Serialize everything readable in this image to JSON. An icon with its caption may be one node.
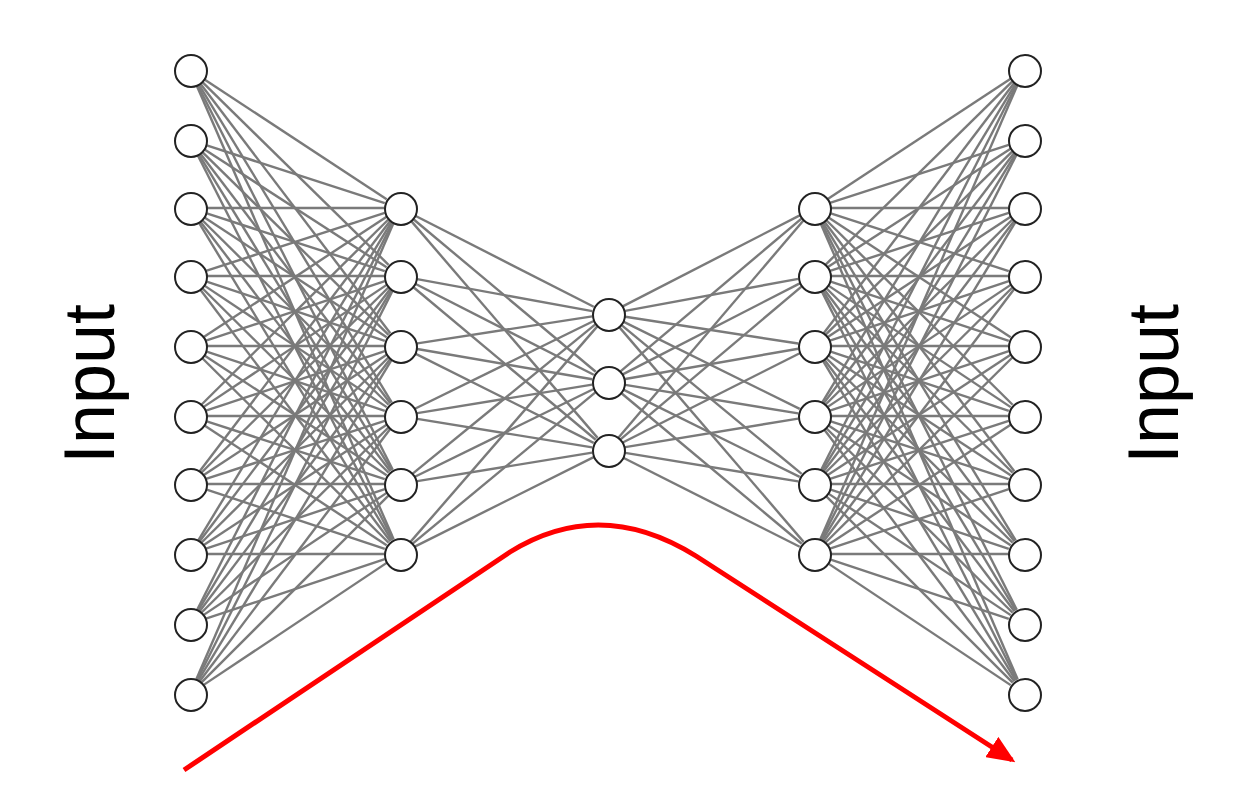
{
  "diagram": {
    "nodes": [
      {
        "text": [],
        "shape": "circle"
      },
      {
        "text": [],
        "shape": "circle"
      },
      {
        "text": [],
        "shape": "circle"
      },
      {
        "text": [],
        "shape": "circle"
      },
      {
        "text": [],
        "shape": "circle"
      },
      {
        "text": [],
        "shape": "circle"
      },
      {
        "text": [],
        "shape": "circle"
      },
      {
        "text": [],
        "shape": "circle"
      },
      {
        "text": [],
        "shape": "circle"
      },
      {
        "text": [],
        "shape": "circle"
      },
      {
        "text": [],
        "shape": "circle"
      },
      {
        "text": [],
        "shape": "circle"
      },
      {
        "text": [],
        "shape": "circle"
      },
      {
        "text": [],
        "shape": "circle"
      },
      {
        "text": [],
        "shape": "circle"
      },
      {
        "text": [],
        "shape": "circle"
      },
      {
        "text": [],
        "shape": "circle"
      },
      {
        "text": [],
        "shape": "circle"
      },
      {
        "text": [],
        "shape": "circle"
      },
      {
        "text": [],
        "shape": "circle"
      },
      {
        "text": [],
        "shape": "circle"
      },
      {
        "text": [],
        "shape": "circle"
      },
      {
        "text": [],
        "shape": "circle"
      },
      {
        "text": [],
        "shape": "circle"
      },
      {
        "text": [],
        "shape": "circle"
      },
      {
        "text": [],
        "shape": "circle"
      },
      {
        "text": [],
        "shape": "circle"
      },
      {
        "text": [],
        "shape": "circle"
      },
      {
        "text": [],
        "shape": "circle"
      },
      {
        "text": [],
        "shape": "circle"
      },
      {
        "text": [],
        "shape": "circle"
      },
      {
        "text": [],
        "shape": "circle"
      },
      {
        "text": [],
        "shape": "circle"
      },
      {
        "text": [],
        "shape": "circle"
      },
      {
        "text": [],
        "shape": "circle"
      }
    ],
    "edges": [
      {
        "from": 0,
        "to": 10,
        "arrow": "none"
      },
      {
        "from": 0,
        "to": 11,
        "arrow": "none"
      },
      {
        "from": 0,
        "to": 12,
        "arrow": "none"
      },
      {
        "from": 0,
        "to": 13,
        "arrow": "none"
      },
      {
        "from": 0,
        "to": 14,
        "arrow": "none"
      },
      {
        "from": 0,
        "to": 15,
        "arrow": "none"
      },
      {
        "from": 1,
        "to": 10,
        "arrow": "none"
      },
      {
        "from": 1,
        "to": 11,
        "arrow": "none"
      },
      {
        "from": 1,
        "to": 12,
        "arrow": "none"
      },
      {
        "from": 1,
        "to": 13,
        "arrow": "none"
      },
      {
        "from": 1,
        "to": 14,
        "arrow": "none"
      },
      {
        "from": 1,
        "to": 15,
        "arrow": "none"
      },
      {
        "from": 2,
        "to": 10,
        "arrow": "none"
      },
      {
        "from": 2,
        "to": 11,
        "arrow": "none"
      },
      {
        "from": 2,
        "to": 12,
        "arrow": "none"
      },
      {
        "from": 2,
        "to": 13,
        "arrow": "none"
      },
      {
        "from": 2,
        "to": 14,
        "arrow": "none"
      },
      {
        "from": 2,
        "to": 15,
        "arrow": "none"
      },
      {
        "from": 3,
        "to": 10,
        "arrow": "none"
      },
      {
        "from": 3,
        "to": 11,
        "arrow": "none"
      },
      {
        "from": 3,
        "to": 12,
        "arrow": "none"
      },
      {
        "from": 3,
        "to": 13,
        "arrow": "none"
      },
      {
        "from": 3,
        "to": 14,
        "arrow": "none"
      },
      {
        "from": 3,
        "to": 15,
        "arrow": "none"
      },
      {
        "from": 4,
        "to": 10,
        "arrow": "none"
      },
      {
        "from": 4,
        "to": 11,
        "arrow": "none"
      },
      {
        "from": 4,
        "to": 12,
        "arrow": "none"
      },
      {
        "from": 4,
        "to": 13,
        "arrow": "none"
      },
      {
        "from": 4,
        "to": 14,
        "arrow": "none"
      },
      {
        "from": 4,
        "to": 15,
        "arrow": "none"
      },
      {
        "from": 5,
        "to": 10,
        "arrow": "none"
      },
      {
        "from": 5,
        "to": 11,
        "arrow": "none"
      },
      {
        "from": 5,
        "to": 12,
        "arrow": "none"
      },
      {
        "from": 5,
        "to": 13,
        "arrow": "none"
      },
      {
        "from": 5,
        "to": 14,
        "arrow": "none"
      },
      {
        "from": 5,
        "to": 15,
        "arrow": "none"
      },
      {
        "from": 6,
        "to": 10,
        "arrow": "none"
      },
      {
        "from": 6,
        "to": 11,
        "arrow": "none"
      },
      {
        "from": 6,
        "to": 12,
        "arrow": "none"
      },
      {
        "from": 6,
        "to": 13,
        "arrow": "none"
      },
      {
        "from": 6,
        "to": 14,
        "arrow": "none"
      },
      {
        "from": 6,
        "to": 15,
        "arrow": "none"
      },
      {
        "from": 7,
        "to": 10,
        "arrow": "none"
      },
      {
        "from": 7,
        "to": 11,
        "arrow": "none"
      },
      {
        "from": 7,
        "to": 12,
        "arrow": "none"
      },
      {
        "from": 7,
        "to": 13,
        "arrow": "none"
      },
      {
        "from": 7,
        "to": 14,
        "arrow": "none"
      },
      {
        "from": 7,
        "to": 15,
        "arrow": "none"
      },
      {
        "from": 8,
        "to": 10,
        "arrow": "none"
      },
      {
        "from": 8,
        "to": 11,
        "arrow": "none"
      },
      {
        "from": 8,
        "to": 12,
        "arrow": "none"
      },
      {
        "from": 8,
        "to": 13,
        "arrow": "none"
      },
      {
        "from": 8,
        "to": 14,
        "arrow": "none"
      },
      {
        "from": 8,
        "to": 15,
        "arrow": "none"
      },
      {
        "from": 9,
        "to": 10,
        "arrow": "none"
      },
      {
        "from": 9,
        "to": 11,
        "arrow": "none"
      },
      {
        "from": 9,
        "to": 12,
        "arrow": "none"
      },
      {
        "from": 9,
        "to": 13,
        "arrow": "none"
      },
      {
        "from": 9,
        "to": 14,
        "arrow": "none"
      },
      {
        "from": 9,
        "to": 15,
        "arrow": "none"
      },
      {
        "from": 10,
        "to": 16,
        "arrow": "none"
      },
      {
        "from": 10,
        "to": 17,
        "arrow": "none"
      },
      {
        "from": 10,
        "to": 18,
        "arrow": "none"
      },
      {
        "from": 11,
        "to": 16,
        "arrow": "none"
      },
      {
        "from": 11,
        "to": 17,
        "arrow": "none"
      },
      {
        "from": 11,
        "to": 18,
        "arrow": "none"
      },
      {
        "from": 12,
        "to": 16,
        "arrow": "none"
      },
      {
        "from": 12,
        "to": 17,
        "arrow": "none"
      },
      {
        "from": 12,
        "to": 18,
        "arrow": "none"
      },
      {
        "from": 13,
        "to": 16,
        "arrow": "none"
      },
      {
        "from": 13,
        "to": 17,
        "arrow": "none"
      },
      {
        "from": 13,
        "to": 18,
        "arrow": "none"
      },
      {
        "from": 14,
        "to": 16,
        "arrow": "none"
      },
      {
        "from": 14,
        "to": 17,
        "arrow": "none"
      },
      {
        "from": 14,
        "to": 18,
        "arrow": "none"
      },
      {
        "from": 15,
        "to": 16,
        "arrow": "none"
      },
      {
        "from": 15,
        "to": 17,
        "arrow": "none"
      },
      {
        "from": 15,
        "to": 18,
        "arrow": "none"
      },
      {
        "from": 16,
        "to": 19,
        "arrow": "none"
      },
      {
        "from": 16,
        "to": 20,
        "arrow": "none"
      },
      {
        "from": 16,
        "to": 21,
        "arrow": "none"
      },
      {
        "from": 16,
        "to": 22,
        "arrow": "none"
      },
      {
        "from": 16,
        "to": 23,
        "arrow": "none"
      },
      {
        "from": 16,
        "to": 24,
        "arrow": "none"
      },
      {
        "from": 17,
        "to": 19,
        "arrow": "none"
      },
      {
        "from": 17,
        "to": 20,
        "arrow": "none"
      },
      {
        "from": 17,
        "to": 21,
        "arrow": "none"
      },
      {
        "from": 17,
        "to": 22,
        "arrow": "none"
      },
      {
        "from": 17,
        "to": 23,
        "arrow": "none"
      },
      {
        "from": 17,
        "to": 24,
        "arrow": "none"
      },
      {
        "from": 18,
        "to": 19,
        "arrow": "none"
      },
      {
        "from": 18,
        "to": 20,
        "arrow": "none"
      },
      {
        "from": 18,
        "to": 21,
        "arrow": "none"
      },
      {
        "from": 18,
        "to": 22,
        "arrow": "none"
      },
      {
        "from": 18,
        "to": 23,
        "arrow": "none"
      },
      {
        "from": 18,
        "to": 24,
        "arrow": "none"
      },
      {
        "from": 19,
        "to": 25,
        "arrow": "none"
      },
      {
        "from": 19,
        "to": 26,
        "arrow": "none"
      },
      {
        "from": 19,
        "to": 27,
        "arrow": "none"
      },
      {
        "from": 19,
        "to": 28,
        "arrow": "none"
      },
      {
        "from": 19,
        "to": 29,
        "arrow": "none"
      },
      {
        "from": 19,
        "to": 30,
        "arrow": "none"
      },
      {
        "from": 19,
        "to": 31,
        "arrow": "none"
      },
      {
        "from": 19,
        "to": 32,
        "arrow": "none"
      },
      {
        "from": 19,
        "to": 33,
        "arrow": "none"
      },
      {
        "from": 19,
        "to": 34,
        "arrow": "none"
      },
      {
        "from": 20,
        "to": 25,
        "arrow": "none"
      },
      {
        "from": 20,
        "to": 26,
        "arrow": "none"
      },
      {
        "from": 20,
        "to": 27,
        "arrow": "none"
      },
      {
        "from": 20,
        "to": 28,
        "arrow": "none"
      },
      {
        "from": 20,
        "to": 29,
        "arrow": "none"
      },
      {
        "from": 20,
        "to": 30,
        "arrow": "none"
      },
      {
        "from": 20,
        "to": 31,
        "arrow": "none"
      },
      {
        "from": 20,
        "to": 32,
        "arrow": "none"
      },
      {
        "from": 20,
        "to": 33,
        "arrow": "none"
      },
      {
        "from": 20,
        "to": 34,
        "arrow": "none"
      },
      {
        "from": 21,
        "to": 25,
        "arrow": "none"
      },
      {
        "from": 21,
        "to": 26,
        "arrow": "none"
      },
      {
        "from": 21,
        "to": 27,
        "arrow": "none"
      },
      {
        "from": 21,
        "to": 28,
        "arrow": "none"
      },
      {
        "from": 21,
        "to": 29,
        "arrow": "none"
      },
      {
        "from": 21,
        "to": 30,
        "arrow": "none"
      },
      {
        "from": 21,
        "to": 31,
        "arrow": "none"
      },
      {
        "from": 21,
        "to": 32,
        "arrow": "none"
      },
      {
        "from": 21,
        "to": 33,
        "arrow": "none"
      },
      {
        "from": 21,
        "to": 34,
        "arrow": "none"
      },
      {
        "from": 22,
        "to": 25,
        "arrow": "none"
      },
      {
        "from": 22,
        "to": 26,
        "arrow": "none"
      },
      {
        "from": 22,
        "to": 27,
        "arrow": "none"
      },
      {
        "from": 22,
        "to": 28,
        "arrow": "none"
      },
      {
        "from": 22,
        "to": 29,
        "arrow": "none"
      },
      {
        "from": 22,
        "to": 30,
        "arrow": "none"
      },
      {
        "from": 22,
        "to": 31,
        "arrow": "none"
      },
      {
        "from": 22,
        "to": 32,
        "arrow": "none"
      },
      {
        "from": 22,
        "to": 33,
        "arrow": "none"
      },
      {
        "from": 22,
        "to": 34,
        "arrow": "none"
      },
      {
        "from": 23,
        "to": 25,
        "arrow": "none"
      },
      {
        "from": 23,
        "to": 26,
        "arrow": "none"
      },
      {
        "from": 23,
        "to": 27,
        "arrow": "none"
      },
      {
        "from": 23,
        "to": 28,
        "arrow": "none"
      },
      {
        "from": 23,
        "to": 29,
        "arrow": "none"
      },
      {
        "from": 23,
        "to": 30,
        "arrow": "none"
      },
      {
        "from": 23,
        "to": 31,
        "arrow": "none"
      },
      {
        "from": 23,
        "to": 32,
        "arrow": "none"
      },
      {
        "from": 23,
        "to": 33,
        "arrow": "none"
      },
      {
        "from": 23,
        "to": 34,
        "arrow": "none"
      },
      {
        "from": 24,
        "to": 25,
        "arrow": "none"
      },
      {
        "from": 24,
        "to": 26,
        "arrow": "none"
      },
      {
        "from": 24,
        "to": 27,
        "arrow": "none"
      },
      {
        "from": 24,
        "to": 28,
        "arrow": "none"
      },
      {
        "from": 24,
        "to": 29,
        "arrow": "none"
      },
      {
        "from": 24,
        "to": 30,
        "arrow": "none"
      },
      {
        "from": 24,
        "to": 31,
        "arrow": "none"
      },
      {
        "from": 24,
        "to": 32,
        "arrow": "none"
      },
      {
        "from": 24,
        "to": 33,
        "arrow": "none"
      },
      {
        "from": 24,
        "to": 34,
        "arrow": "none"
      }
    ],
    "labels": [
      "Input",
      "Input"
    ]
  }
}
